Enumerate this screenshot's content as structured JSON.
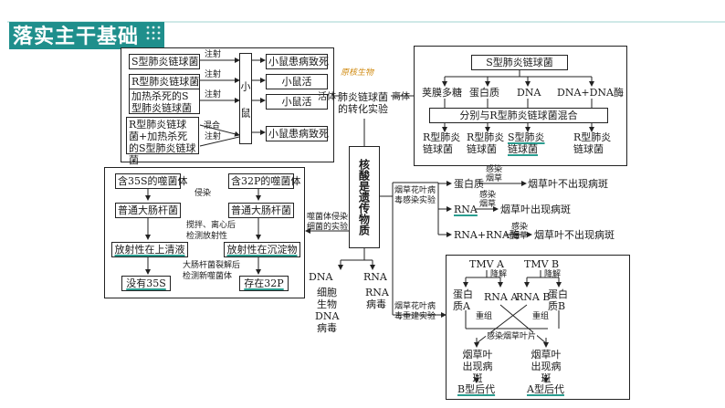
{
  "header": {
    "title": "落实主干基础"
  },
  "center": {
    "label": "核酸是遗传物质"
  },
  "hw_note": "原核生物",
  "griffith": {
    "rows": [
      "S型肺炎链球菌",
      "R型肺炎链球菌",
      "加热杀死的S型肺炎链球菌",
      "R型肺炎链球菌+加热杀死的S型肺炎链球菌"
    ],
    "inject": [
      "注射",
      "注射",
      "注射",
      "注射"
    ],
    "mix": "混合",
    "mouse": "小鼠",
    "results": [
      "小鼠患病致死",
      "小鼠活",
      "小鼠活",
      "小鼠患病致死"
    ]
  },
  "avery": {
    "title": "S型肺炎链球菌",
    "components": [
      "荚膜多糖",
      "蛋白质",
      "DNA",
      "DNA+DNA酶"
    ],
    "mix": "分别与R型肺炎链球菌混合",
    "outcomes": [
      "R型肺炎链球菌",
      "R型肺炎链球菌",
      "S型肺炎链球菌",
      "R型肺炎链球菌"
    ]
  },
  "link_left": "活体",
  "link_right": "离体",
  "conversion": "肺炎链球菌的转化实验",
  "phage": {
    "left_title": "含35S的噬菌体",
    "right_title": "含32P的噬菌体",
    "infect": "侵染",
    "bacteria": [
      "普通大肠杆菌",
      "普通大肠杆菌"
    ],
    "step": "搅拌、离心后检测放射性",
    "results": [
      "放射性在上清液",
      "放射性在沉淀物"
    ],
    "step2": "大肠杆菌裂解后检测新噬菌体",
    "final": [
      "没有35S",
      "存在32P"
    ]
  },
  "phage_label": "噬菌体侵染细菌的实验",
  "genetic": {
    "dna": "DNA",
    "rna": "RNA",
    "dna_desc": "细胞生物DNA病毒",
    "rna_desc": "RNA病毒"
  },
  "tmv_infect": {
    "label": "烟草花叶病毒感染实验",
    "rows": [
      {
        "item": "蛋白质",
        "arrow": "感染烟草",
        "result": "烟草叶不出现病斑"
      },
      {
        "item": "RNA",
        "arrow": "感染烟草",
        "result": "烟草叶出现病斑"
      },
      {
        "item": "RNA+RNA酶",
        "arrow": "感染烟草",
        "result": "烟草叶不出现病斑"
      }
    ]
  },
  "tmv_rebuild": {
    "label": "烟草花叶病毒重建实验",
    "viruses": [
      "TMV A",
      "TMV B"
    ],
    "degrade": "降解",
    "parts": [
      "蛋白质A",
      "RNA A",
      "RNA B",
      "蛋白质B"
    ],
    "recombine": "重组",
    "infect": "感染烟草叶片",
    "lesion": [
      "烟草叶出现病斑",
      "烟草叶出现病斑"
    ],
    "offspring": [
      "B型后代",
      "A型后代"
    ]
  }
}
